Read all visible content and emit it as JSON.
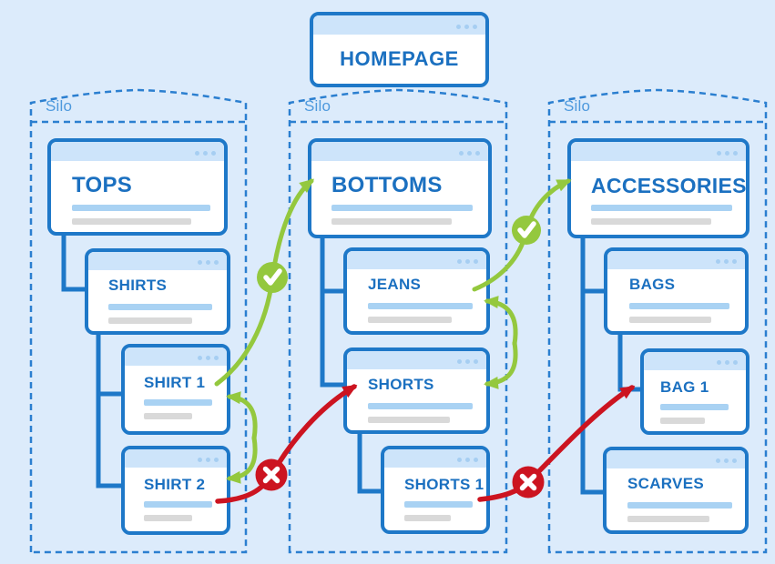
{
  "diagram": {
    "name": "SEO silo structure diagram",
    "homepage": {
      "title": "HOMEPAGE"
    },
    "silos": [
      {
        "label": "Silo",
        "category": "TOPS",
        "pages": [
          "SHIRTS",
          "SHIRT 1",
          "SHIRT 2"
        ]
      },
      {
        "label": "Silo",
        "category": "BOTTOMS",
        "pages": [
          "JEANS",
          "SHORTS",
          "SHORTS 1"
        ]
      },
      {
        "label": "Silo",
        "category": "ACCESSORIES",
        "pages": [
          "BAGS",
          "BAG 1",
          "SCARVES"
        ]
      }
    ],
    "links": [
      {
        "type": "good",
        "from": "SHIRT 1",
        "to": "BOTTOMS",
        "marker": "check-icon"
      },
      {
        "type": "good",
        "from": "SHIRT 1",
        "to": "SHIRT 2",
        "bidirectional": true
      },
      {
        "type": "good",
        "from": "JEANS",
        "to": "ACCESSORIES",
        "marker": "check-icon"
      },
      {
        "type": "good",
        "from": "JEANS",
        "to": "SHORTS",
        "bidirectional": true
      },
      {
        "type": "bad",
        "from": "SHIRT 2",
        "to": "SHORTS",
        "marker": "x-icon"
      },
      {
        "type": "bad",
        "from": "SHORTS 1",
        "to": "BAG 1",
        "marker": "x-icon"
      }
    ],
    "colors": {
      "background": "#dcebfb",
      "card_border": "#1e78c8",
      "titlebar": "#cde4fa",
      "title_text": "#1b70c0",
      "silo_outline": "#2b7fd0",
      "silo_label": "#4d99dd",
      "bar_blue": "#a9d2f3",
      "bar_gray": "#d9d9d9",
      "good_link_green": "#94c83e",
      "bad_link_red": "#cc1420"
    }
  }
}
